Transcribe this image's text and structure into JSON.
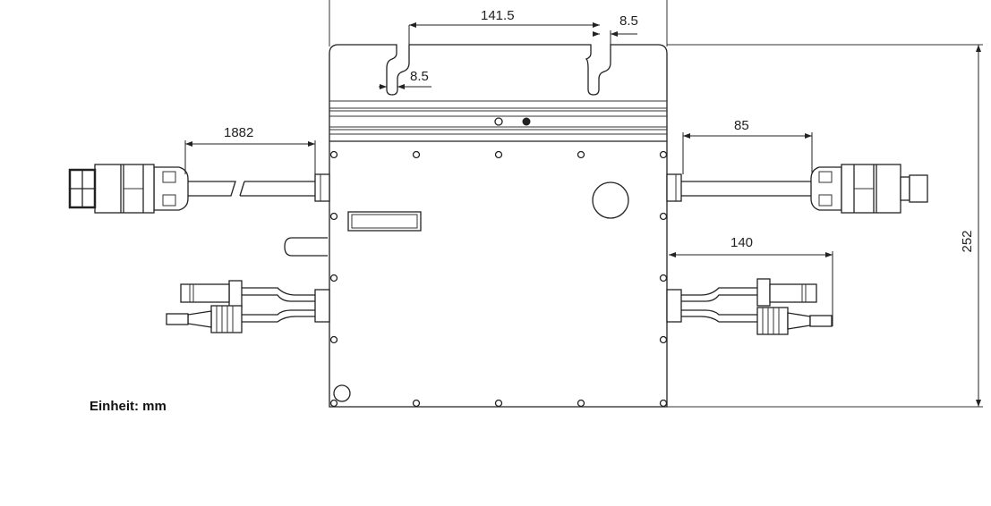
{
  "drawing": {
    "dimensions": {
      "slot_spacing": "141.5",
      "slot_width_right": "8.5",
      "slot_width_left": "8.5",
      "height": "252",
      "ac_cable_left": "1882",
      "ac_cable_right": "85",
      "dc_cable_right": "140"
    },
    "unit_label": "Einheit: mm",
    "line_color": "#222222"
  }
}
